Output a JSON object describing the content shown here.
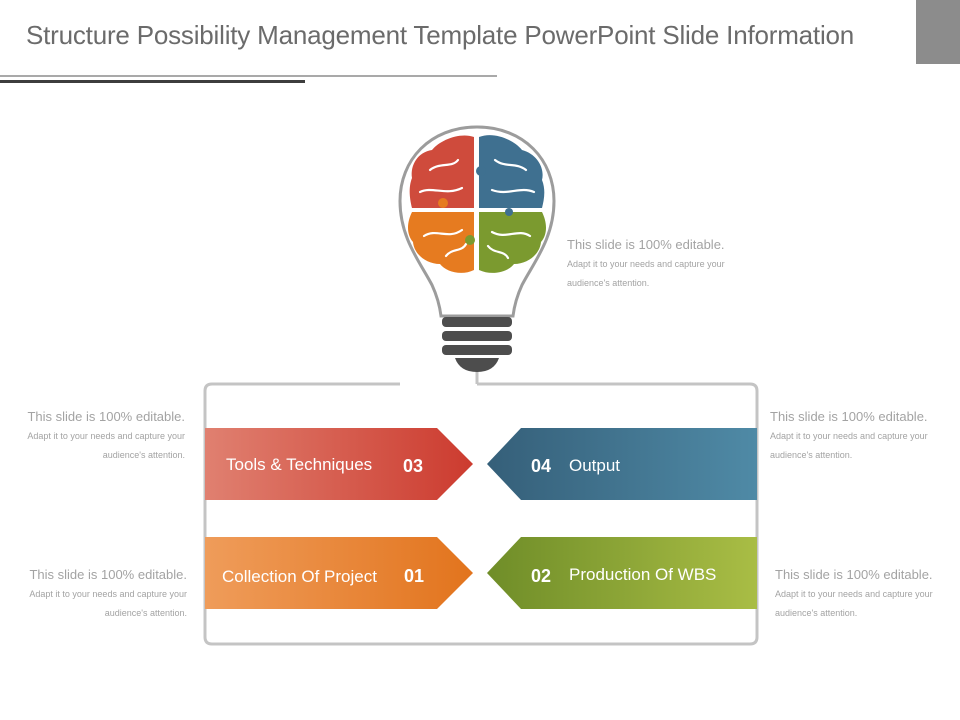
{
  "header": {
    "title": "Structure Possibility Management Template PowerPoint Slide Information"
  },
  "colors": {
    "red": "#d24a3d",
    "blue": "#3f7390",
    "orange": "#e67e22",
    "green": "#7b9a2a",
    "gray_text": "#a3a3a3",
    "outline": "#bdbdbd",
    "bulb_base": "#4d4d4d"
  },
  "bulb": {
    "icon": "brain-lightbulb-icon"
  },
  "items": [
    {
      "label": "Tools  & Techniques",
      "number": "03",
      "color": "red"
    },
    {
      "label": "Output",
      "number": "04",
      "color": "blue"
    },
    {
      "label": "Collection Of Project",
      "number": "01",
      "color": "orange"
    },
    {
      "label": "Production Of WBS",
      "number": "02",
      "color": "green"
    }
  ],
  "notes": {
    "top_right": {
      "lead": "This slide is 100% editable.",
      "rest": "Adapt it to your needs and capture your audience's attention."
    },
    "mid_left": {
      "lead": "This slide is 100% editable.",
      "rest": "Adapt it to your needs and capture your audience's attention."
    },
    "mid_right": {
      "lead": "This slide is 100% editable.",
      "rest": "Adapt it to your needs and capture your audience's attention."
    },
    "bot_left": {
      "lead": "This slide is 100% editable.",
      "rest": "Adapt it to your needs and capture your audience's attention."
    },
    "bot_right": {
      "lead": "This slide is 100% editable.",
      "rest": "Adapt it to your needs and capture your audience's attention."
    }
  }
}
